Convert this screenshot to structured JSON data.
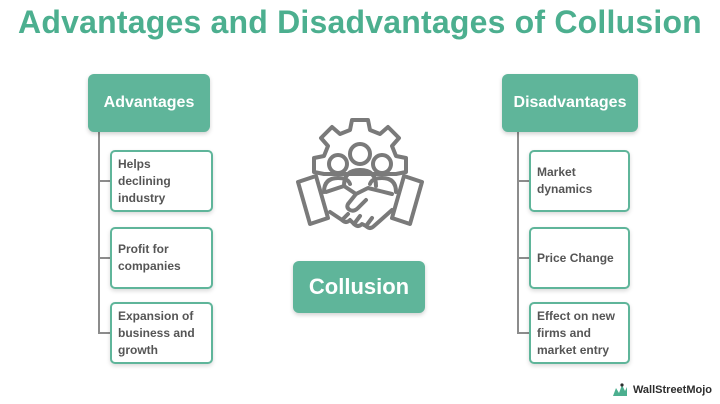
{
  "title": "Advantages and Disadvantages of Collusion",
  "center": {
    "label": "Collusion"
  },
  "advantages": {
    "header": "Advantages",
    "items": [
      {
        "text": "Helps declining industry"
      },
      {
        "text": "Profit for companies"
      },
      {
        "text": "Expansion of business and growth"
      }
    ]
  },
  "disadvantages": {
    "header": "Disadvantages",
    "items": [
      {
        "text": "Market dynamics"
      },
      {
        "text": "Price Change"
      },
      {
        "text": "Effect on new firms and market entry"
      }
    ]
  },
  "brand": {
    "name": "WallStreetMojo"
  },
  "colors": {
    "accent": "#5fb59a",
    "title": "#4caf8f",
    "icon": "#7a7a7a",
    "connector": "#8c8c8c"
  },
  "icons": {
    "center": "gear-people-handshake-icon",
    "brand": "wallstreetmojo-logo-icon"
  }
}
